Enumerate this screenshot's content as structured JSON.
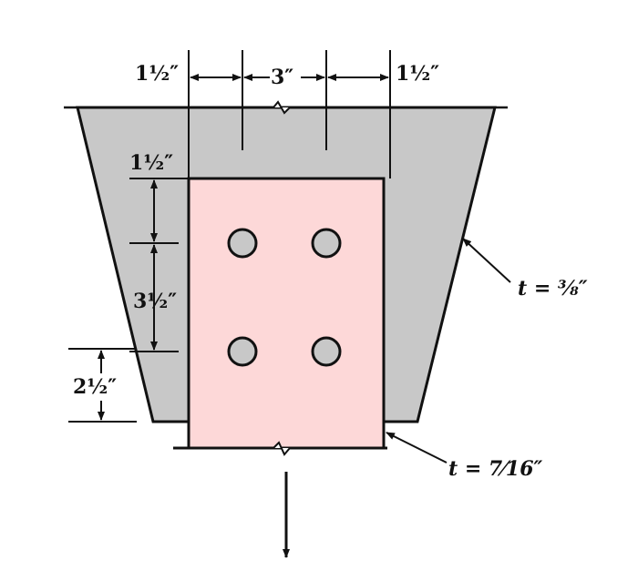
{
  "colors": {
    "gusset_fill": "#c8c8c8",
    "plate_fill": "#fdd8d8",
    "bolt_fill": "#c8c8c8",
    "line": "#111111"
  },
  "dimensions": {
    "edge_left": "1½″",
    "bolt_spacing_h": "3″",
    "edge_right": "1½″",
    "edge_top": "1½″",
    "bolt_spacing_v": "3½″",
    "gusset_edge": "2½″"
  },
  "thickness_labels": {
    "gusset": "t = ⅜″",
    "plate": "t = 7⁄16″"
  }
}
